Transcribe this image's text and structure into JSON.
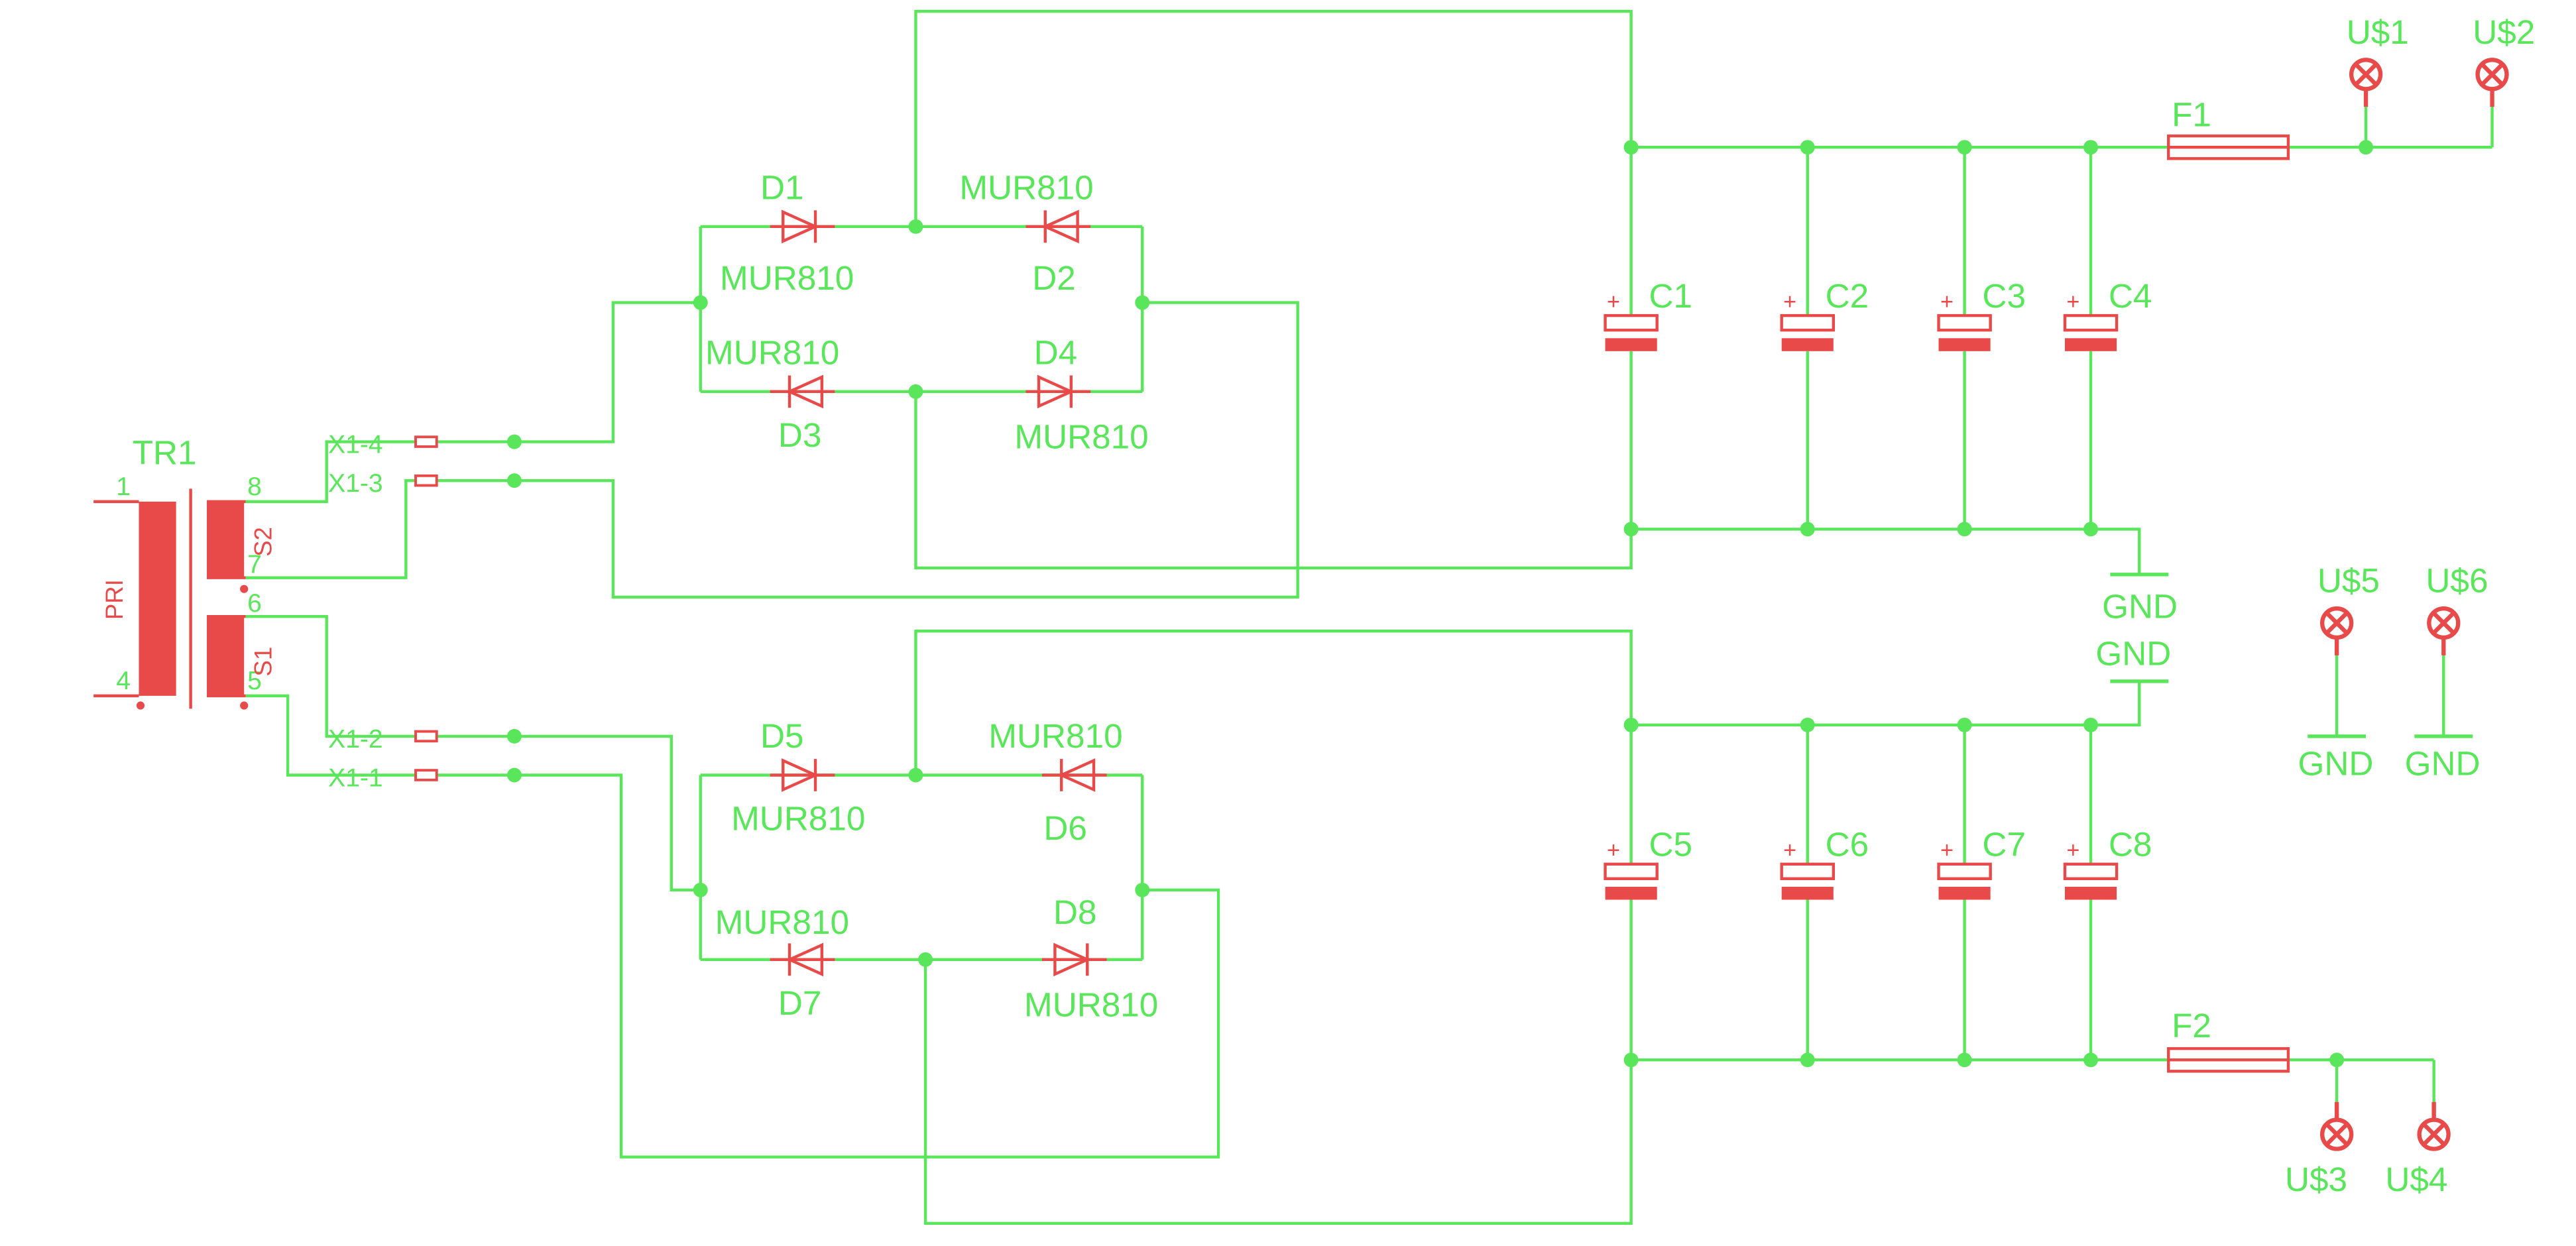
{
  "colors": {
    "wire": "#5ae65a",
    "component": "#e84a4a",
    "background": "#ffffff"
  },
  "transformer": {
    "name": "TR1",
    "pins": [
      "1",
      "4",
      "8",
      "7",
      "6",
      "5"
    ],
    "winding_labels": [
      "PRI",
      "S2",
      "S1"
    ]
  },
  "connector": {
    "pins": [
      "X1-4",
      "X1-3",
      "X1-2",
      "X1-1"
    ]
  },
  "diodes": [
    {
      "name": "D1",
      "value": "MUR810"
    },
    {
      "name": "D2",
      "value": "MUR810"
    },
    {
      "name": "D3",
      "value": "MUR810"
    },
    {
      "name": "D4",
      "value": "MUR810"
    },
    {
      "name": "D5",
      "value": "MUR810"
    },
    {
      "name": "D6",
      "value": "MUR810"
    },
    {
      "name": "D7",
      "value": "MUR810"
    },
    {
      "name": "D8",
      "value": "MUR810"
    }
  ],
  "capacitors": [
    "C1",
    "C2",
    "C3",
    "C4",
    "C5",
    "C6",
    "C7",
    "C8"
  ],
  "fuses": [
    "F1",
    "F2"
  ],
  "terminals": [
    "U$1",
    "U$2",
    "U$3",
    "U$4",
    "U$5",
    "U$6"
  ],
  "ground_label": "GND",
  "polarity_mark": "+"
}
